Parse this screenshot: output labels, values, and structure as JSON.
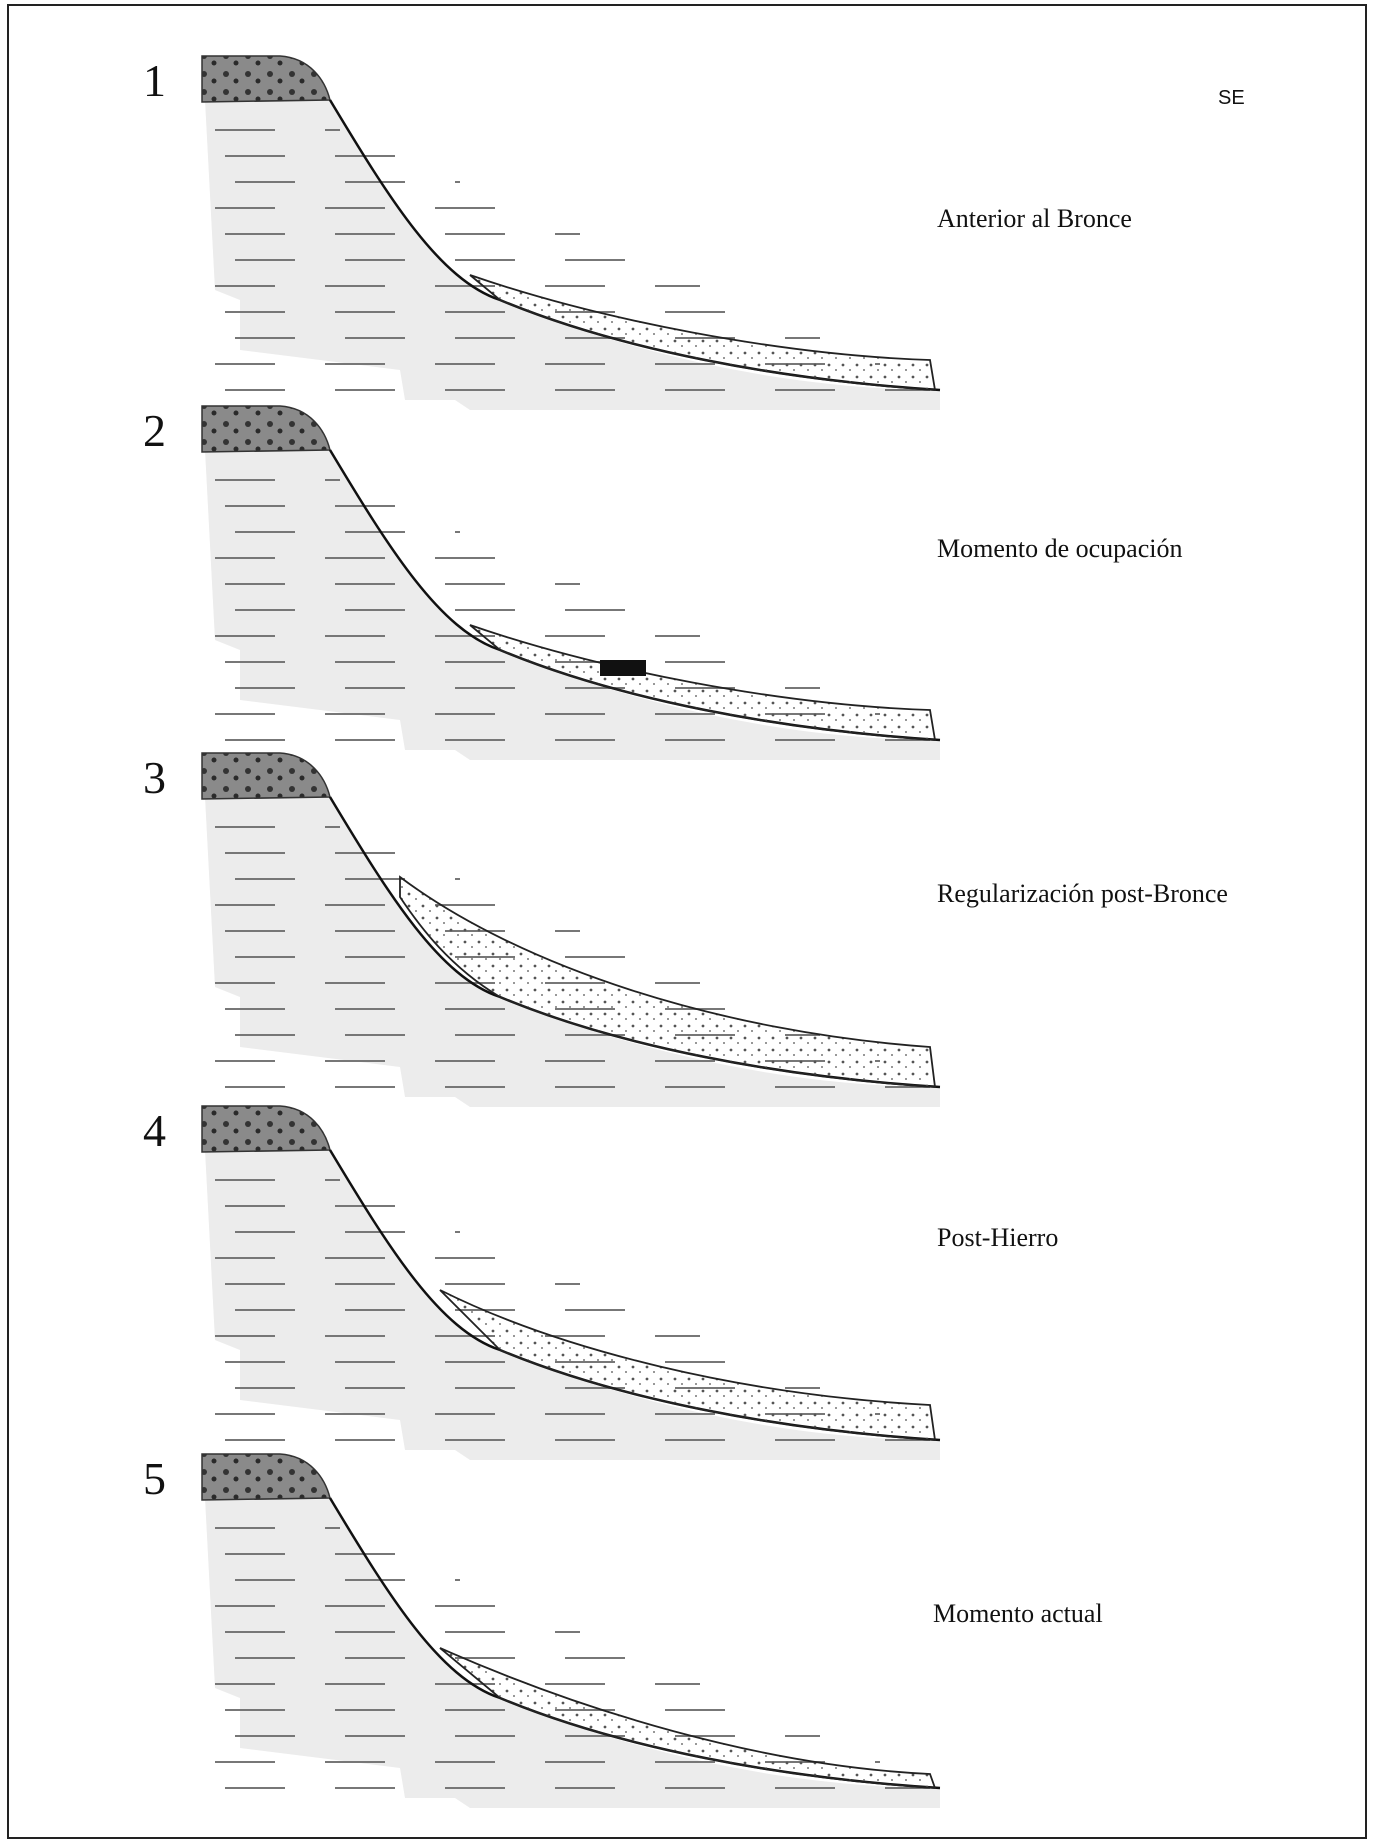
{
  "orientation_label": "SE",
  "stages": [
    {
      "number": "1",
      "caption": "Anterior al Bronce",
      "site_block": false,
      "deposit": "thick"
    },
    {
      "number": "2",
      "caption": "Momento  de ocupación",
      "site_block": true,
      "deposit": "thick"
    },
    {
      "number": "3",
      "caption": "Regularización post-Bronce",
      "site_block": false,
      "deposit": "double"
    },
    {
      "number": "4",
      "caption": "Post-Hierro",
      "site_block": false,
      "deposit": "eroded"
    },
    {
      "number": "5",
      "caption": "Momento actual",
      "site_block": false,
      "deposit": "thin"
    }
  ]
}
